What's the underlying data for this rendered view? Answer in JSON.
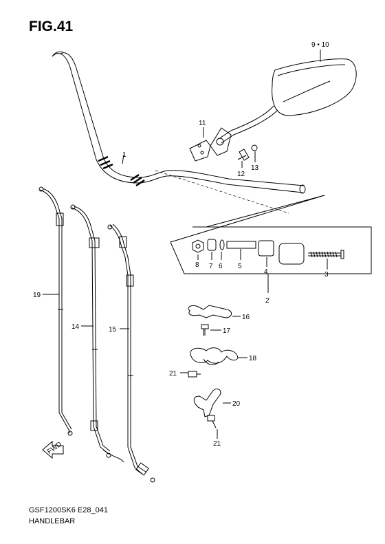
{
  "figure": {
    "title": "FIG.41",
    "code": "GSF1200SK6 E28_041",
    "name": "HANDLEBAR"
  },
  "callouts": [
    "1",
    "2",
    "3",
    "4",
    "5",
    "6",
    "7",
    "8",
    "9 • 10",
    "11",
    "12",
    "13",
    "14",
    "15",
    "16",
    "17",
    "18",
    "19",
    "20",
    "21",
    "21"
  ],
  "direction_label": "FWD"
}
